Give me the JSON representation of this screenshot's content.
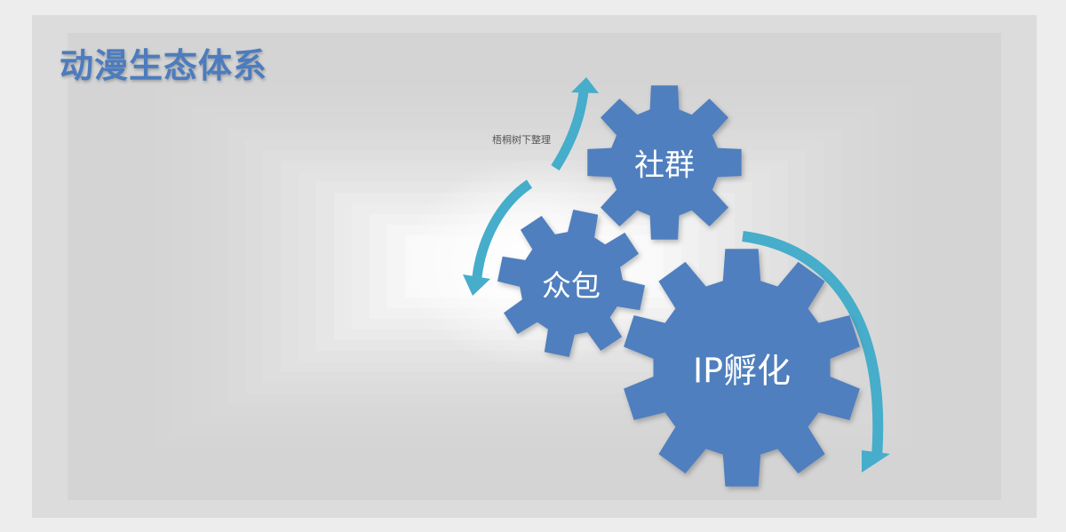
{
  "title": "动漫生态体系",
  "credit": "梧桐树下整理",
  "gears": [
    {
      "label": "社群"
    },
    {
      "label": "众包"
    },
    {
      "label": "IP孵化"
    }
  ],
  "colors": {
    "gear": "#4f7fbe",
    "arrow": "#46adcb",
    "title": "#4c7cbe",
    "background": "#dcdcdc"
  }
}
